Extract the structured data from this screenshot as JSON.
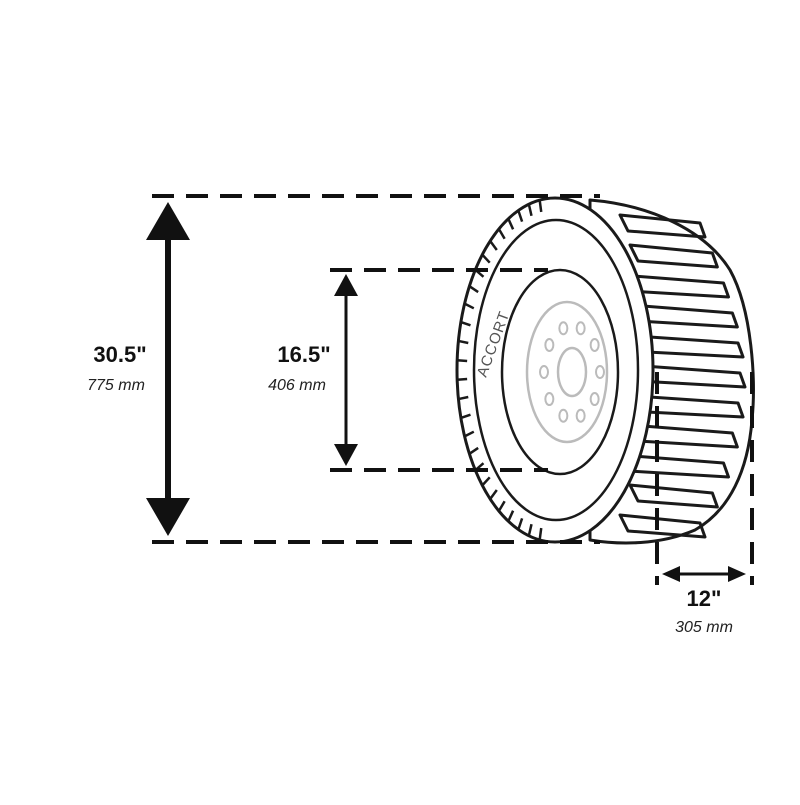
{
  "brand": "ACCORT",
  "dimensions": {
    "overall_diameter": {
      "inch": "30.5\"",
      "mm": "775 mm"
    },
    "rim_diameter": {
      "inch": "16.5\"",
      "mm": "406 mm"
    },
    "tire_width": {
      "inch": "12\"",
      "mm": "305 mm"
    }
  },
  "colors": {
    "line": "#111111",
    "tire_outline": "#1a1a1a",
    "rim": "#bbbbbb",
    "background": "#ffffff"
  }
}
